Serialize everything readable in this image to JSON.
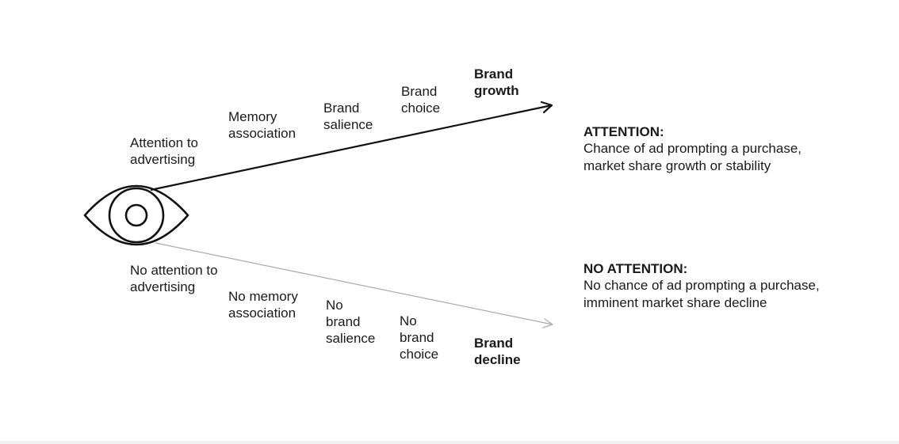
{
  "colors": {
    "attention_path": "#111111",
    "no_attention_path": "#aaaaaa",
    "text": "#1a1a1a",
    "background": "#ffffff"
  },
  "icons": {
    "eye": "eye-icon"
  },
  "attention_path": {
    "steps": [
      "Attention to\nadvertising",
      "Memory\nassociation",
      "Brand\nsalience",
      "Brand\nchoice"
    ],
    "outcome": "Brand\ngrowth"
  },
  "no_attention_path": {
    "steps": [
      "No attention to\nadvertising",
      "No memory\nassociation",
      "No\nbrand\nsalience",
      "No\nbrand\nchoice"
    ],
    "outcome": "Brand\ndecline"
  },
  "info": {
    "attention": {
      "heading": "ATTENTION:",
      "body": "Chance of ad prompting a purchase, market share growth or stability"
    },
    "no_attention": {
      "heading": "NO ATTENTION:",
      "body": "No chance of ad prompting a purchase, imminent market share decline"
    }
  }
}
